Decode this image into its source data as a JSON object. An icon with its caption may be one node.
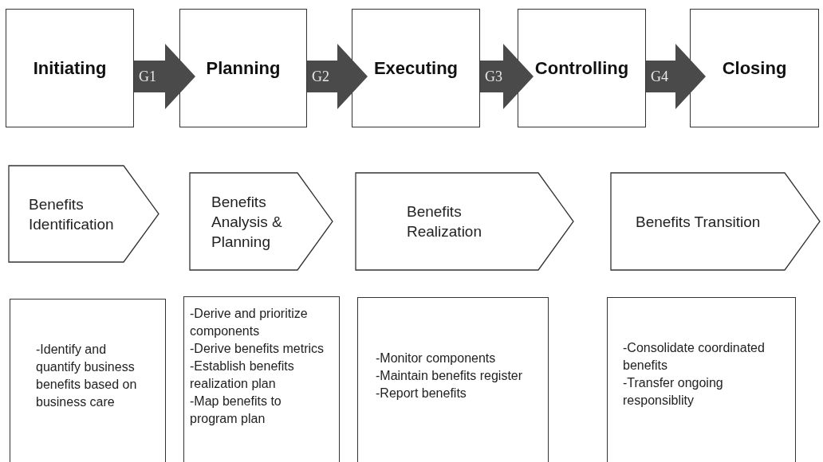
{
  "diagram": {
    "nodes": [
      {
        "text": [
          "Initiating"
        ]
      },
      {
        "text": [
          "Planning"
        ]
      },
      {
        "text": [
          "Executing"
        ]
      },
      {
        "text": [
          "Controlling"
        ]
      },
      {
        "text": [
          "Closing"
        ]
      },
      {
        "text": [
          "Benefits Identification"
        ]
      },
      {
        "text": [
          "Benefits Analysis & Planning"
        ]
      },
      {
        "text": [
          "Benefits Realization"
        ]
      },
      {
        "text": [
          "Benefits Transition"
        ]
      },
      {
        "text": [
          "-Identify and quantify business benefits based on business care"
        ]
      },
      {
        "text": [
          "-Derive and prioritize components",
          "-Derive benefits metrics",
          "-Establish benefits realization plan",
          "-Map benefits to program plan"
        ]
      },
      {
        "text": [
          "-Monitor components",
          "-Maintain benefits register",
          "-Report benefits"
        ]
      },
      {
        "text": [
          "-Consolidate coordinated benefits",
          "-Transfer ongoing responsiblity"
        ]
      }
    ],
    "edges": [
      {
        "from": 0,
        "to": 1,
        "arrow": "to",
        "label": "G1"
      },
      {
        "from": 1,
        "to": 2,
        "arrow": "to",
        "label": "G2"
      },
      {
        "from": 2,
        "to": 3,
        "arrow": "to",
        "label": "G3"
      },
      {
        "from": 3,
        "to": 4,
        "arrow": "to",
        "label": "G4"
      }
    ]
  }
}
